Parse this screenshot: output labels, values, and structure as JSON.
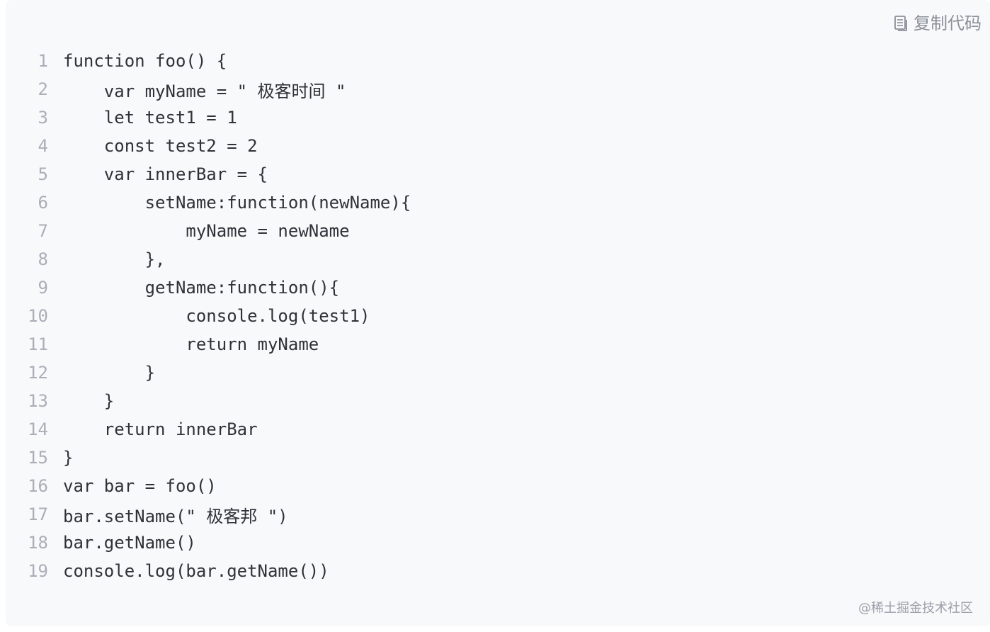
{
  "copy_button": {
    "label": "复制代码",
    "icon": "copy-icon"
  },
  "code": {
    "lines": [
      {
        "number": "1",
        "text": "function foo() {"
      },
      {
        "number": "2",
        "text": "    var myName = \" 极客时间 \""
      },
      {
        "number": "3",
        "text": "    let test1 = 1"
      },
      {
        "number": "4",
        "text": "    const test2 = 2"
      },
      {
        "number": "5",
        "text": "    var innerBar = {"
      },
      {
        "number": "6",
        "text": "        setName:function(newName){"
      },
      {
        "number": "7",
        "text": "            myName = newName"
      },
      {
        "number": "8",
        "text": "        },"
      },
      {
        "number": "9",
        "text": "        getName:function(){"
      },
      {
        "number": "10",
        "text": "            console.log(test1)"
      },
      {
        "number": "11",
        "text": "            return myName"
      },
      {
        "number": "12",
        "text": "        }"
      },
      {
        "number": "13",
        "text": "    }"
      },
      {
        "number": "14",
        "text": "    return innerBar"
      },
      {
        "number": "15",
        "text": "}"
      },
      {
        "number": "16",
        "text": "var bar = foo()"
      },
      {
        "number": "17",
        "text": "bar.setName(\" 极客邦 \")"
      },
      {
        "number": "18",
        "text": "bar.getName()"
      },
      {
        "number": "19",
        "text": "console.log(bar.getName())"
      }
    ]
  },
  "watermark": {
    "text": "@稀土掘金技术社区"
  },
  "colors": {
    "background": "#f8f9fb",
    "code_text": "#2f3237",
    "line_number": "#a9aeb7",
    "muted": "#8a8f99"
  }
}
